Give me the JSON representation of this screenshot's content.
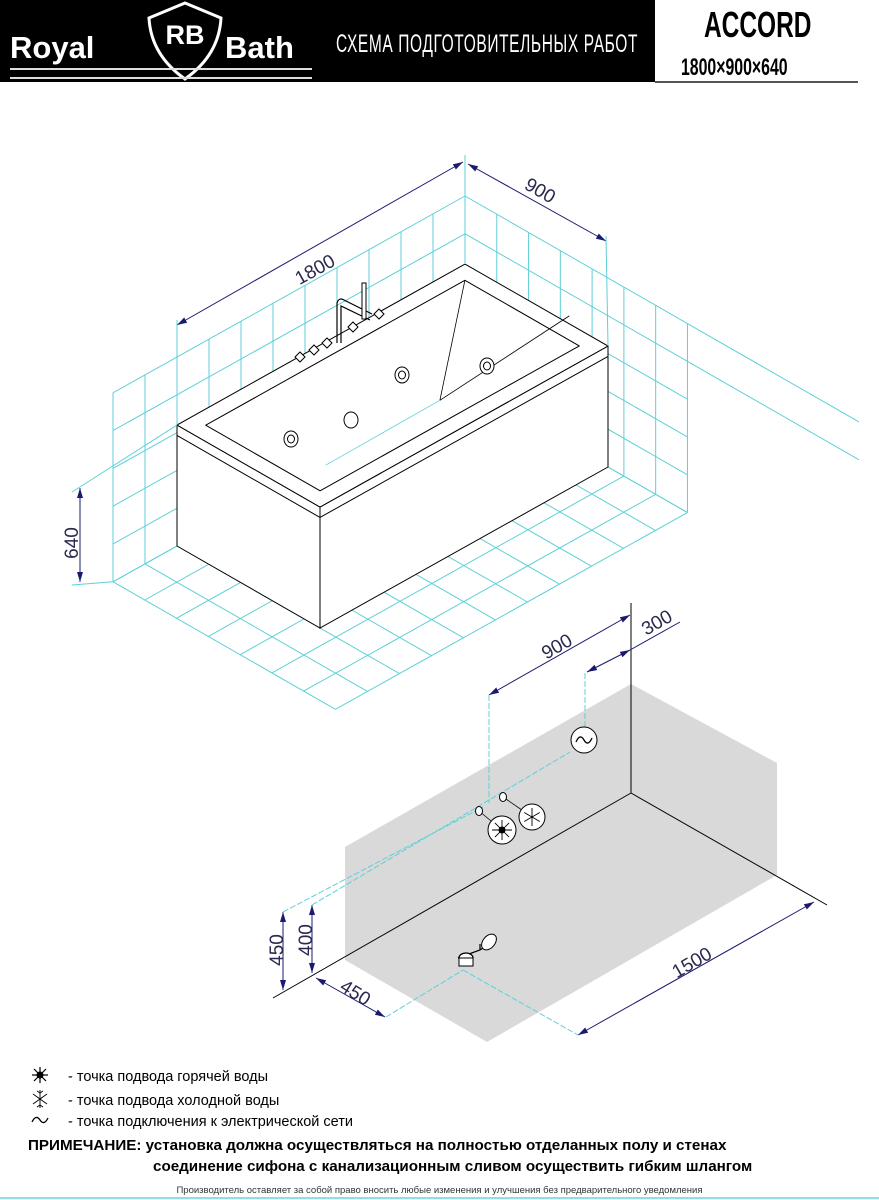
{
  "header": {
    "logo_left": "Royal",
    "logo_mark": "RB",
    "logo_right": "Bath",
    "title": "СХЕМА ПОДГОТОВИТЕЛЬНЫХ РАБОТ",
    "model": "ACCORD",
    "dimensions": "1800×900×640"
  },
  "top_view": {
    "length_label": "1800",
    "width_label": "900",
    "height_label": "640"
  },
  "bottom_view": {
    "dim_900": "900",
    "dim_300": "300",
    "dim_450_height": "450",
    "dim_400_height": "400",
    "dim_450_depth": "450",
    "dim_1500": "1500"
  },
  "legend": [
    {
      "icon": "hot-water-icon",
      "text": "- точка подвода горячей воды"
    },
    {
      "icon": "cold-water-icon",
      "text": "- точка подвода холодной воды"
    },
    {
      "icon": "electric-icon",
      "text": "- точка подключения к электрической сети"
    }
  ],
  "note": {
    "line1": "ПРИМЕЧАНИЕ: установка должна осуществляться на полностью отделанных полу и стенах",
    "line2": "соединение сифона с канализационным сливом осуществить гибким шлангом"
  },
  "footer": "Производитель оставляет за собой право вносить любые изменения и улучшения без предварительного уведомления",
  "colors": {
    "tile": "#5fd0d8",
    "dim": "#1a1a70",
    "floor_gray": "#d9d9d9"
  }
}
